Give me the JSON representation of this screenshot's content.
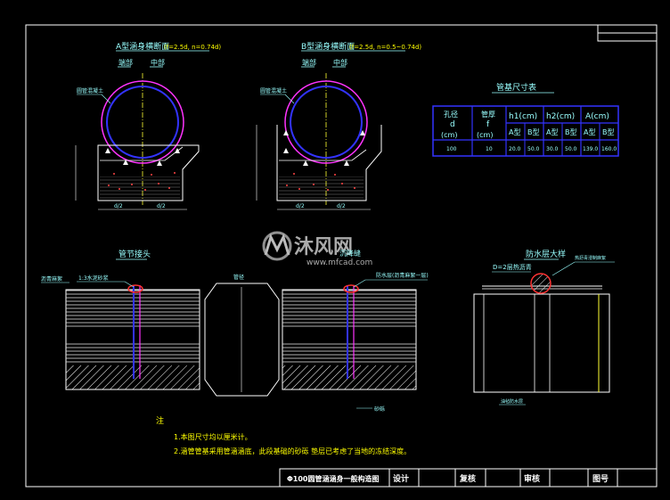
{
  "section_a": {
    "title": "A型涵身横断面",
    "formula": "(f=2.5d, n=0.74d)",
    "label_end": "端部",
    "label_mid": "中部",
    "callout": "圆管混凝土",
    "dim_left": "d/2",
    "dim_right": "d/2"
  },
  "section_b": {
    "title": "B型涵身横断面",
    "formula": "(f=2.5d, n=0.5~0.74d)",
    "label_end": "端部",
    "label_mid": "中部",
    "callout": "圆管混凝土",
    "dim_left": "d/2",
    "dim_right": "d/2"
  },
  "table": {
    "title": "管基尺寸表",
    "headers": {
      "aperture": "孔径",
      "aperture_sym": "d",
      "aperture_unit": "(cm)",
      "thickness": "管厚",
      "thickness_sym": "f",
      "thickness_unit": "(cm)",
      "h1": "h1(cm)",
      "h2": "h2(cm)",
      "a": "A(cm)",
      "type_a": "A型",
      "type_b": "B型"
    },
    "row": [
      "100",
      "10",
      "20.0",
      "50.0",
      "30.0",
      "50.0",
      "139.0",
      "160.0"
    ]
  },
  "pipe_joint": {
    "title": "管节接头",
    "callout_left": "沥青麻絮",
    "callout_ratio": "1:3水泥砂浆",
    "callout_right": "防水层(沥青麻絮一层)",
    "section_title": "沉降缝",
    "mid_label": "管径",
    "bottom_label": "砂砾"
  },
  "waterproof": {
    "title": "防水层大样",
    "dim": "D=2层热沥青",
    "callout_top": "热沥青浸制麻絮",
    "callout_bottom": "油毡防水层"
  },
  "notes": {
    "heading": "注",
    "line1": "1.本图尺寸均以厘米计。",
    "line2": "2.涵管管基采用管涵涵底，此段基础的砂砾    垫层已考虑了当地的冻结深度。"
  },
  "title_block": {
    "drawing_title": "Φ100圆管涵涵身一般构造图",
    "design": "设计",
    "review": "复核",
    "approve": "审核",
    "drawing_no": "图号"
  },
  "watermark": {
    "brand": "沐风网",
    "url": "www.mfcad.com"
  },
  "colors": {
    "background": "#000000",
    "line": "#ffffff",
    "text_cyan": "#99ffff",
    "text_yellow": "#ffff00",
    "pipe_blue": "#3333ff",
    "pipe_magenta": "#ff33ff",
    "table_border": "#3333ff",
    "watermark": "#c8c8c8"
  }
}
